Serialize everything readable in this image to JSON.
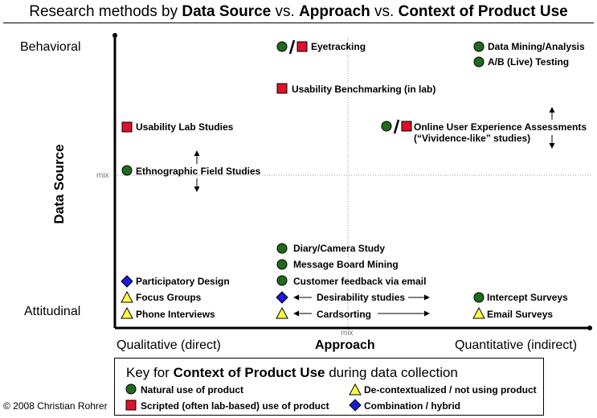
{
  "title": {
    "prefix": "Research methods by ",
    "b1": "Data Source",
    "mid1": " vs. ",
    "b2": "Approach",
    "mid2": " vs. ",
    "b3": "Context of Product Use"
  },
  "axes": {
    "y_title": "Data Source",
    "y_top": "Behavioral",
    "y_bottom": "Attitudinal",
    "y_mid": "mix",
    "x_title": "Approach",
    "x_left": "Qualitative (direct)",
    "x_right": "Quantitative (indirect)",
    "x_mid": "mix"
  },
  "methods": [
    {
      "label": "Eyetracking",
      "symbols": [
        "circle",
        "square"
      ]
    },
    {
      "label": "Data Mining/Analysis",
      "symbols": [
        "circle"
      ]
    },
    {
      "label": "A/B (Live) Testing",
      "symbols": [
        "circle"
      ]
    },
    {
      "label": "Usability Benchmarking (in lab)",
      "symbols": [
        "square"
      ]
    },
    {
      "label": "Usability Lab Studies",
      "symbols": [
        "square"
      ]
    },
    {
      "label": "Online User Experience Assessments",
      "label2": "(“Vividence-like” studies)",
      "symbols": [
        "circle",
        "square"
      ]
    },
    {
      "label": "Ethnographic Field Studies",
      "symbols": [
        "circle"
      ]
    },
    {
      "label": "Diary/Camera Study",
      "symbols": [
        "circle"
      ]
    },
    {
      "label": "Message Board Mining",
      "symbols": [
        "circle"
      ]
    },
    {
      "label": "Customer feedback via email",
      "symbols": [
        "circle"
      ]
    },
    {
      "label": "Participatory Design",
      "symbols": [
        "diamond"
      ]
    },
    {
      "label": "Focus Groups",
      "symbols": [
        "triangle"
      ]
    },
    {
      "label": "Phone Interviews",
      "symbols": [
        "triangle"
      ]
    },
    {
      "label": "Desirability studies",
      "symbols": [
        "diamond"
      ]
    },
    {
      "label": "Cardsorting",
      "symbols": [
        "triangle"
      ]
    },
    {
      "label": "Intercept Surveys",
      "symbols": [
        "circle"
      ]
    },
    {
      "label": "Email Surveys",
      "symbols": [
        "triangle"
      ]
    }
  ],
  "key": {
    "title_prefix": "Key for ",
    "title_bold": "Context of Product Use",
    "title_suffix": " during data collection",
    "items": [
      {
        "symbol": "circle",
        "label": "Natural use of product"
      },
      {
        "symbol": "triangle",
        "label": "De-contextualized / not using product"
      },
      {
        "symbol": "square",
        "label": "Scripted (often lab-based) use of product"
      },
      {
        "symbol": "diamond",
        "label": "Combination / hybrid"
      }
    ]
  },
  "copyright": "© 2008 Christian Rohrer",
  "colors": {
    "circle": "#1e6b1e",
    "square": "#e0102a",
    "diamond": "#1a1ad8",
    "triangle": "#ffff44",
    "grid": "#999999"
  }
}
